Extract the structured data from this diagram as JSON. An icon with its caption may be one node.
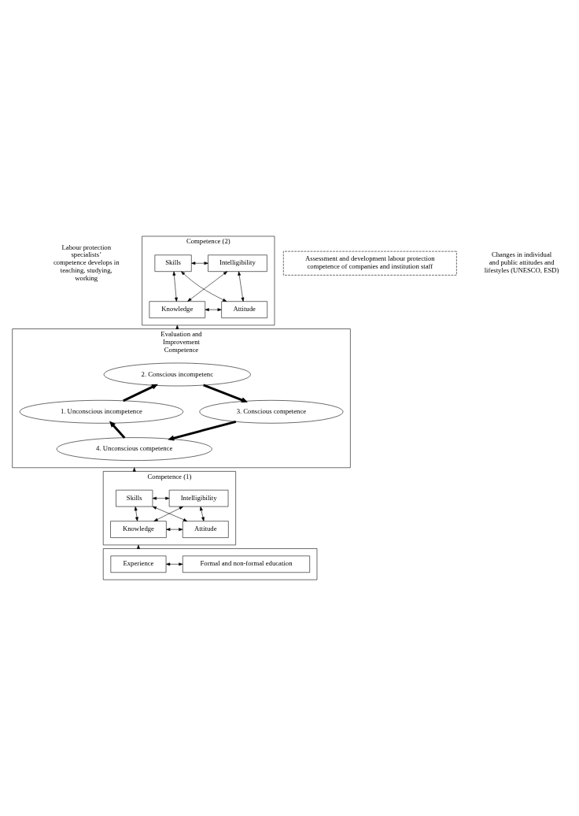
{
  "diagram": {
    "nodes": [
      {
        "text": [
          "Assessment and development labour protection competence of companies and institution staff"
        ]
      },
      {
        "text": [
          "Competence (2)"
        ]
      },
      {
        "text": [
          "Skills"
        ],
        "in": 1
      },
      {
        "text": [
          "Intelligibility"
        ],
        "in": 1
      },
      {
        "text": [
          "Knowledge"
        ],
        "in": 1
      },
      {
        "text": [
          "Attitude"
        ],
        "in": 1
      },
      {
        "text": [
          "Evaluation and Improvement Competence"
        ]
      },
      {
        "text": [
          "1. Unconscious incompetence"
        ],
        "in": 6
      },
      {
        "text": [
          "2. Conscious incompetenc"
        ],
        "in": 6
      },
      {
        "text": [
          "3. Conscious competence"
        ],
        "in": 6
      },
      {
        "text": [
          "4. Unconscious competence"
        ],
        "in": 6
      },
      {
        "text": [
          "Competence (1)"
        ]
      },
      {
        "text": [
          "Skills"
        ],
        "in": 11
      },
      {
        "text": [
          "Intelligibility"
        ],
        "in": 11
      },
      {
        "text": [
          "Knowledge"
        ],
        "in": 11
      },
      {
        "text": [
          "Attitude"
        ],
        "in": 11
      },
      {
        "text": [],
        "shape": "box"
      },
      {
        "text": [
          "Experience"
        ],
        "in": 16
      },
      {
        "text": [
          "Formal and non-formal education"
        ],
        "in": 16
      }
    ],
    "edges": [
      {
        "from": 2,
        "to": 3,
        "arrow": "both"
      },
      {
        "from": 2,
        "to": 4,
        "arrow": "both"
      },
      {
        "from": 3,
        "to": 5,
        "arrow": "both"
      },
      {
        "from": 2,
        "to": 5,
        "arrow": "both"
      },
      {
        "from": 3,
        "to": 4,
        "arrow": "both"
      },
      {
        "from": 4,
        "to": 5,
        "arrow": "both"
      },
      {
        "from": 6,
        "to": 1,
        "arrow": "to"
      },
      {
        "from": 7,
        "to": 8,
        "arrow": "to",
        "style": "thick"
      },
      {
        "from": 8,
        "to": 9,
        "arrow": "to",
        "style": "thick"
      },
      {
        "from": 9,
        "to": 10,
        "arrow": "to",
        "style": "thick"
      },
      {
        "from": 10,
        "to": 7,
        "arrow": "to",
        "style": "thick"
      },
      {
        "from": 11,
        "to": 6,
        "arrow": "to"
      },
      {
        "from": 12,
        "to": 13,
        "arrow": "both"
      },
      {
        "from": 12,
        "to": 14,
        "arrow": "both"
      },
      {
        "from": 13,
        "to": 15,
        "arrow": "both"
      },
      {
        "from": 12,
        "to": 15,
        "arrow": "both"
      },
      {
        "from": 13,
        "to": 14,
        "arrow": "both"
      },
      {
        "from": 14,
        "to": 15,
        "arrow": "both"
      },
      {
        "from": 16,
        "to": 11,
        "arrow": "to"
      },
      {
        "from": 17,
        "to": 18,
        "arrow": "both"
      }
    ],
    "labels": [
      "Labour protection specialists’ competence develops in teaching, studying, working",
      "Changes in individual and public attitudes and lifestyles (UNESCO, ESD)"
    ]
  }
}
